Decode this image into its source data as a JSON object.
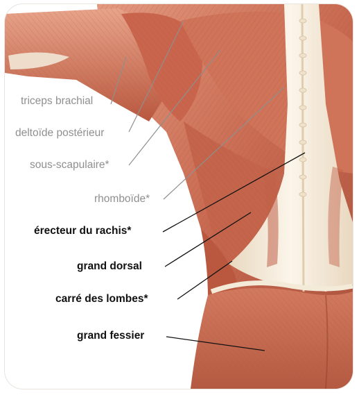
{
  "labels": {
    "triceps": "triceps brachial",
    "deltoide": "deltoïde postérieur",
    "sous_scapulaire": "sous-scapulaire*",
    "rhomboide": "rhomboïde*",
    "erecteur": "érecteur du rachis*",
    "grand_dorsal": "grand dorsal",
    "carre": "carré des lombes*",
    "fessier": "grand fessier"
  },
  "colors": {
    "muscle": "#c96b52",
    "muscle_light": "#e0957a",
    "tendon": "#f3ead9",
    "gray_text": "#8f8f8f",
    "black_text": "#111111"
  }
}
